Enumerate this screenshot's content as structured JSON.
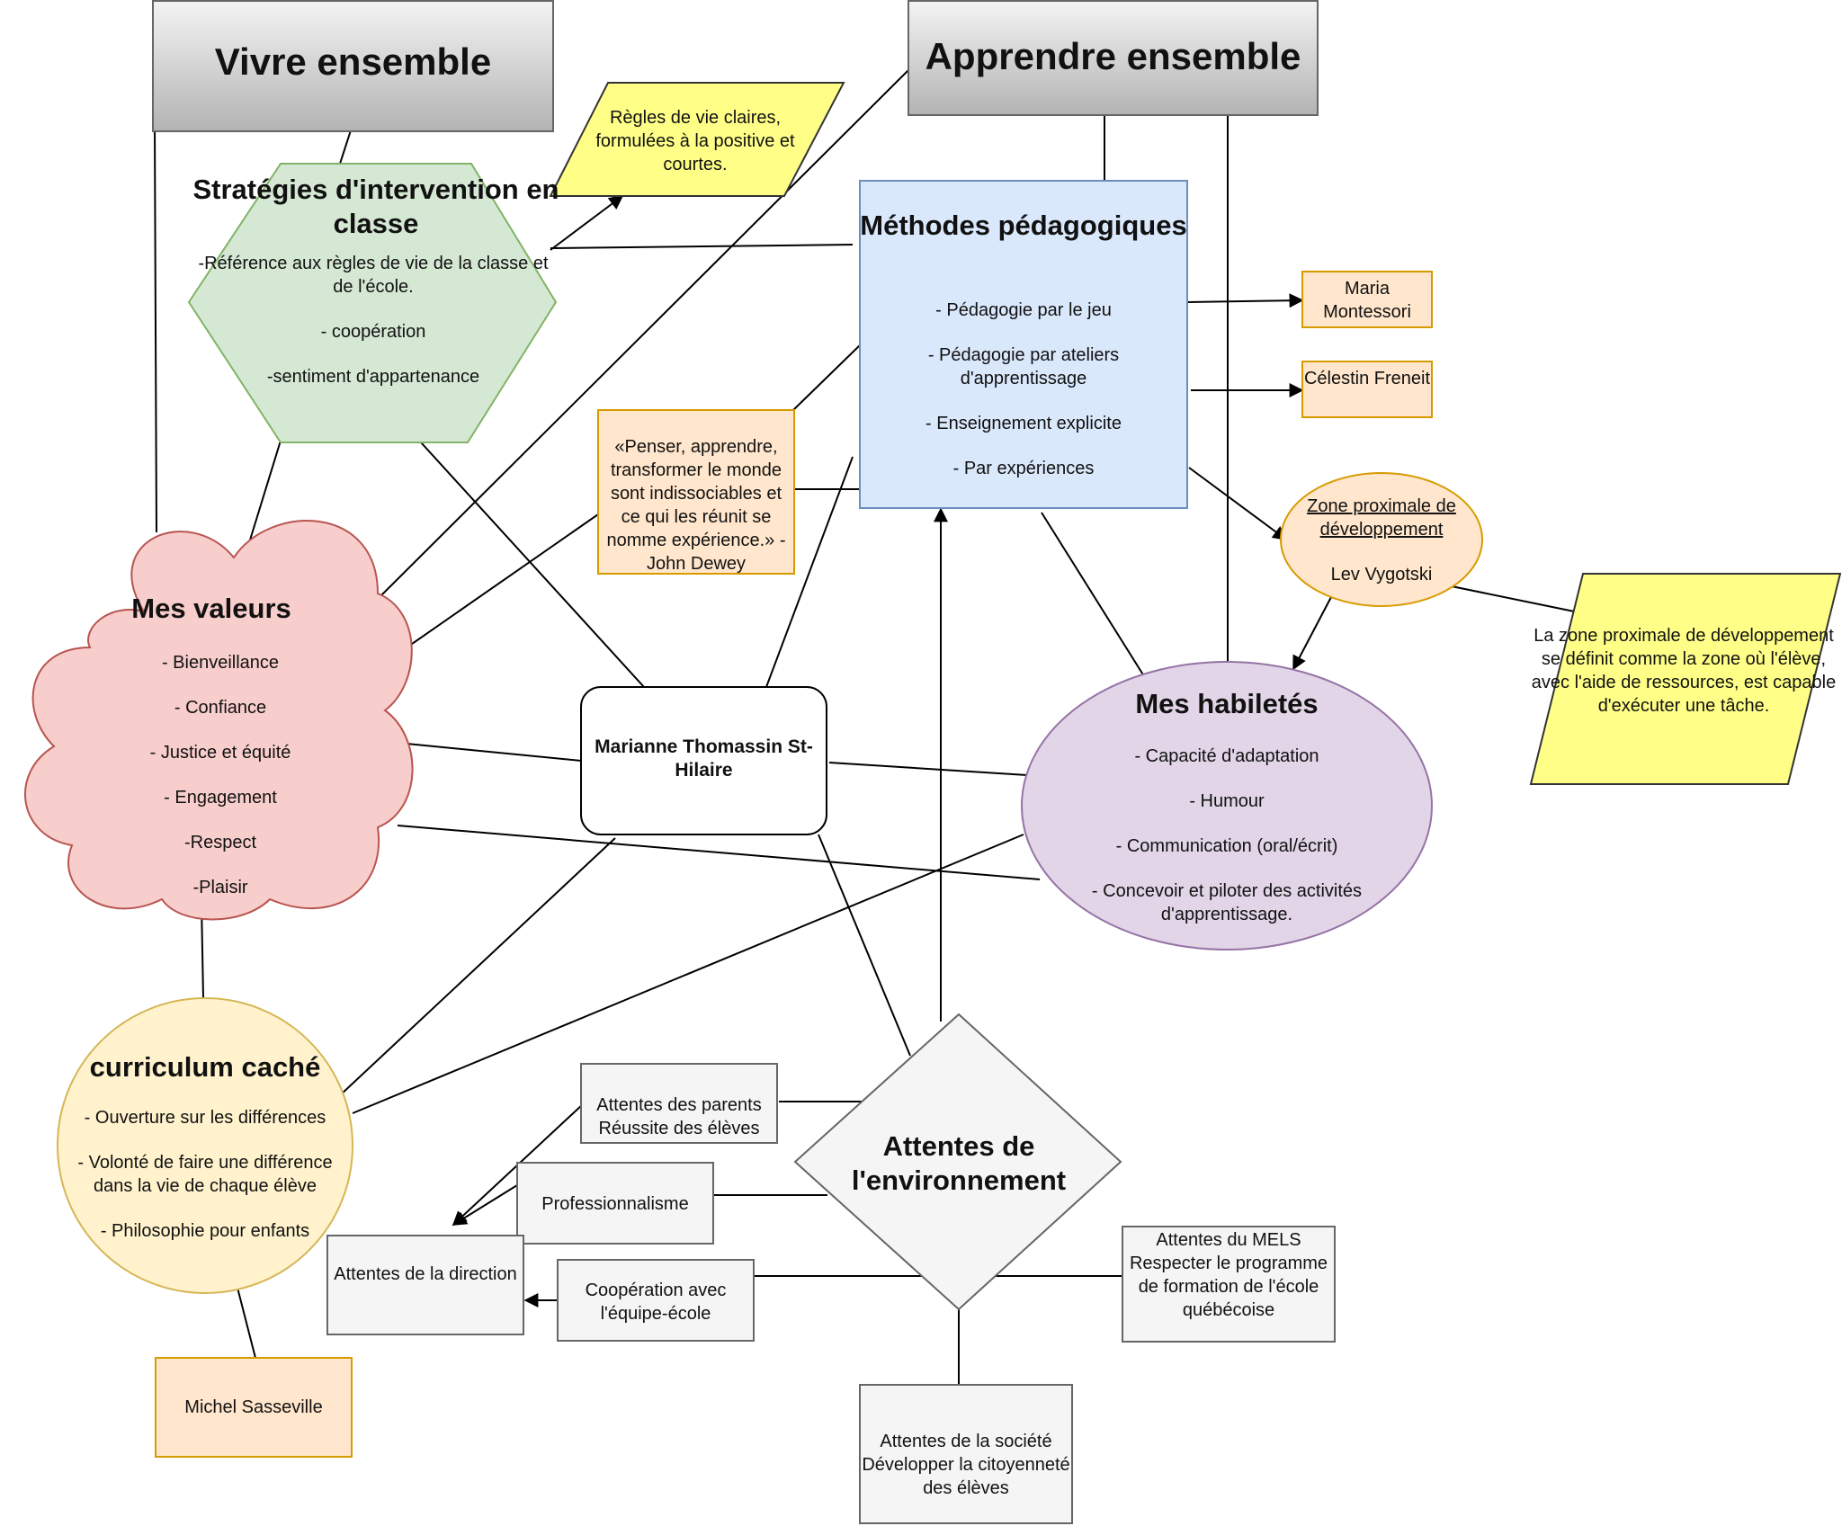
{
  "colors": {
    "vivre_fill": "#c8c8c8",
    "apprendre_fill": "#c8c8c8",
    "strategies_fill": "#d5e8d4",
    "strategies_stroke": "#82b366",
    "methodes_fill": "#dae8fc",
    "methodes_stroke": "#6c8ebf",
    "valeurs_fill": "#f8cecc",
    "valeurs_stroke": "#b85450",
    "habiletes_fill": "#e1d5e7",
    "habiletes_stroke": "#9673a6",
    "curriculum_fill": "#fff2cc",
    "curriculum_stroke": "#d6b656",
    "orange_fill": "#ffe6cc",
    "orange_stroke": "#d79b00",
    "yellow_fill": "#ffff88",
    "grey_fill": "#f5f5f5",
    "grey_stroke": "#666666"
  },
  "nodes": {
    "vivre": {
      "title": "Vivre ensemble"
    },
    "apprendre": {
      "title": "Apprendre ensemble"
    },
    "regles": {
      "text": "Règles de vie claires, formulées à la positive et courtes."
    },
    "strategies": {
      "title": "Stratégies d'intervention en classe",
      "items": [
        "-Référence aux règles de vie de la classe et de l'école.",
        "- coopération",
        "-sentiment d'appartenance"
      ]
    },
    "methodes": {
      "title": "Méthodes pédagogiques",
      "items": [
        "- Pédagogie par le jeu",
        "- Pédagogie par ateliers d'apprentissage",
        "- Enseignement explicite",
        "- Par expériences"
      ]
    },
    "montessori": {
      "text": "Maria Montessori"
    },
    "freneit": {
      "text": "Célestin Freneit"
    },
    "dewey": {
      "text": "«Penser, apprendre, transformer le monde sont indissociables et ce qui les réunit se nomme expérience.» - John Dewey"
    },
    "zpd": {
      "title": "Zone proximale de développement",
      "author": "Lev Vygotski"
    },
    "zpd_def": {
      "text": "La zone proximale de développement se définit comme la zone où l'élève, avec l'aide de ressources, est capable d'exécuter une tâche."
    },
    "valeurs": {
      "title": "Mes valeurs",
      "items": [
        "- Bienveillance",
        "- Confiance",
        "- Justice et équité",
        "- Engagement",
        "-Respect",
        "-Plaisir"
      ]
    },
    "center": {
      "text": "Marianne Thomassin St-Hilaire"
    },
    "habiletes": {
      "title": "Mes habiletés",
      "items": [
        "- Capacité d'adaptation",
        "- Humour",
        "- Communication (oral/écrit)",
        "- Concevoir et piloter des activités d'apprentissage."
      ]
    },
    "curriculum": {
      "title": "curriculum caché",
      "items": [
        "-  Ouverture sur les différences",
        "- Volonté de faire une différence dans la vie de chaque élève",
        "- Philosophie pour enfants"
      ]
    },
    "sasseville": {
      "text": "Michel Sasseville"
    },
    "environnement": {
      "title": "Attentes de l'environnement"
    },
    "parents": {
      "text": "Attentes des parents Réussite des élèves"
    },
    "profess": {
      "text": "Professionnalisme"
    },
    "direction": {
      "text": "Attentes de la direction"
    },
    "cooperation": {
      "text": "Coopération avec l'équipe-école"
    },
    "mels": {
      "text": "Attentes du MELS Respecter le programme de formation de l'école québécoise"
    },
    "societe": {
      "text": "Attentes de la société Développer la citoyenneté des élèves"
    }
  }
}
